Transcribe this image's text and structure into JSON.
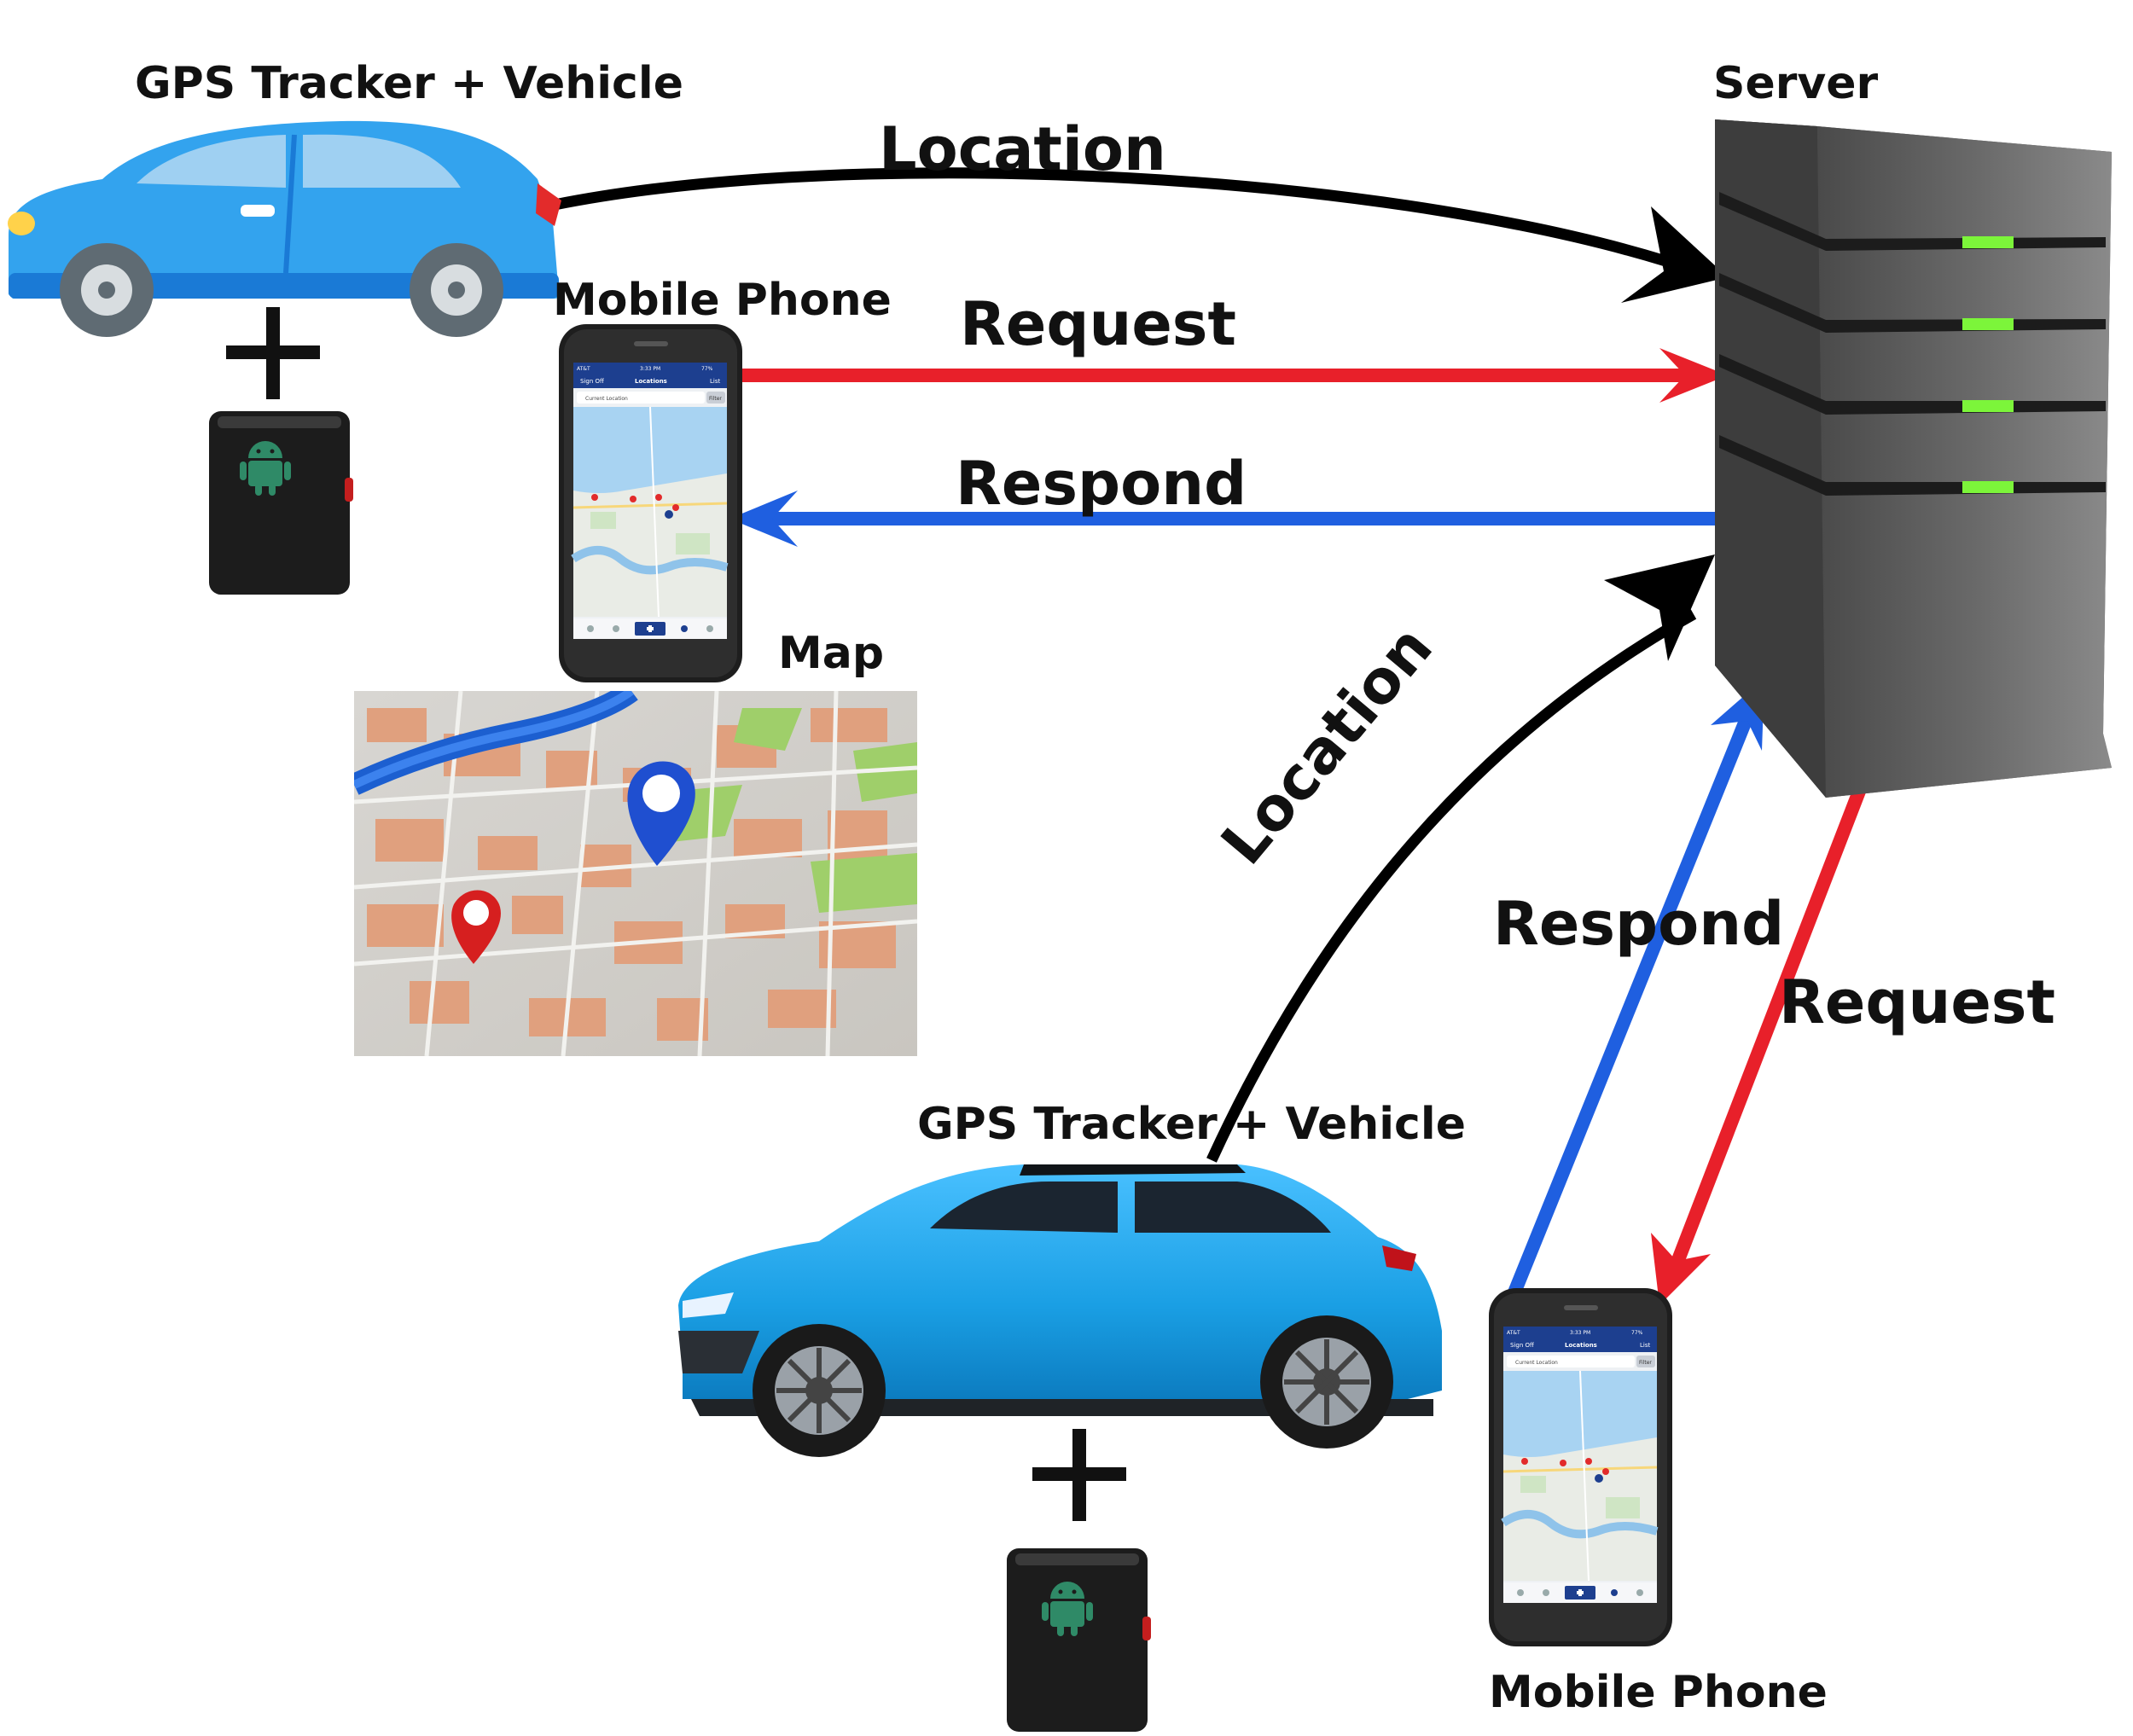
{
  "nodes": {
    "vehicle_top_label": "GPS Tracker + Vehicle",
    "vehicle_bottom_label": "GPS Tracker + Vehicle",
    "server_label": "Server",
    "phone_top_label": "Mobile Phone",
    "phone_bottom_label": "Mobile Phone",
    "map_label": "Map",
    "plus_symbol": "+"
  },
  "flows": {
    "top_location": "Location",
    "top_request": "Request",
    "top_respond": "Respond",
    "bottom_location": "Location",
    "bottom_respond": "Respond",
    "bottom_request": "Request"
  },
  "phone_screen": {
    "carrier": "AT&T",
    "time": "3:33 PM",
    "battery": "77%",
    "left_button": "Sign Off",
    "title": "Locations",
    "right_button": "List",
    "search_placeholder": "Current Location",
    "filter_button": "Filter"
  },
  "colors": {
    "location_arrow": "#000000",
    "request_arrow": "#e8202a",
    "respond_arrow": "#1f5fe0",
    "car_top": "#33a3ee",
    "car_bottom": "#1aa0e6",
    "server_body": "#5f5f5f",
    "server_led": "#7cf53a",
    "tracker": "#1c1c1c",
    "android": "#2f8a67",
    "map_river": "#1c5fd0",
    "pin_blue": "#1f4fd0",
    "pin_red": "#d61f1f"
  },
  "icons": {
    "tracker_logo": "android-icon",
    "map_pin_primary": "map-pin-icon",
    "map_pin_secondary": "map-pin-icon"
  }
}
